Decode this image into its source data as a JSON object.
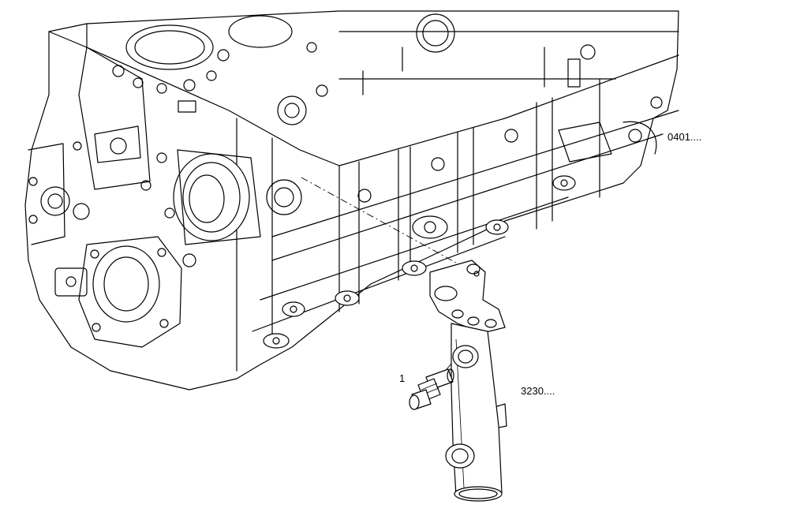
{
  "callouts": {
    "engine_block_ref": "0401....",
    "water_pipe_ref": "3230....",
    "fitting_number": "1"
  }
}
